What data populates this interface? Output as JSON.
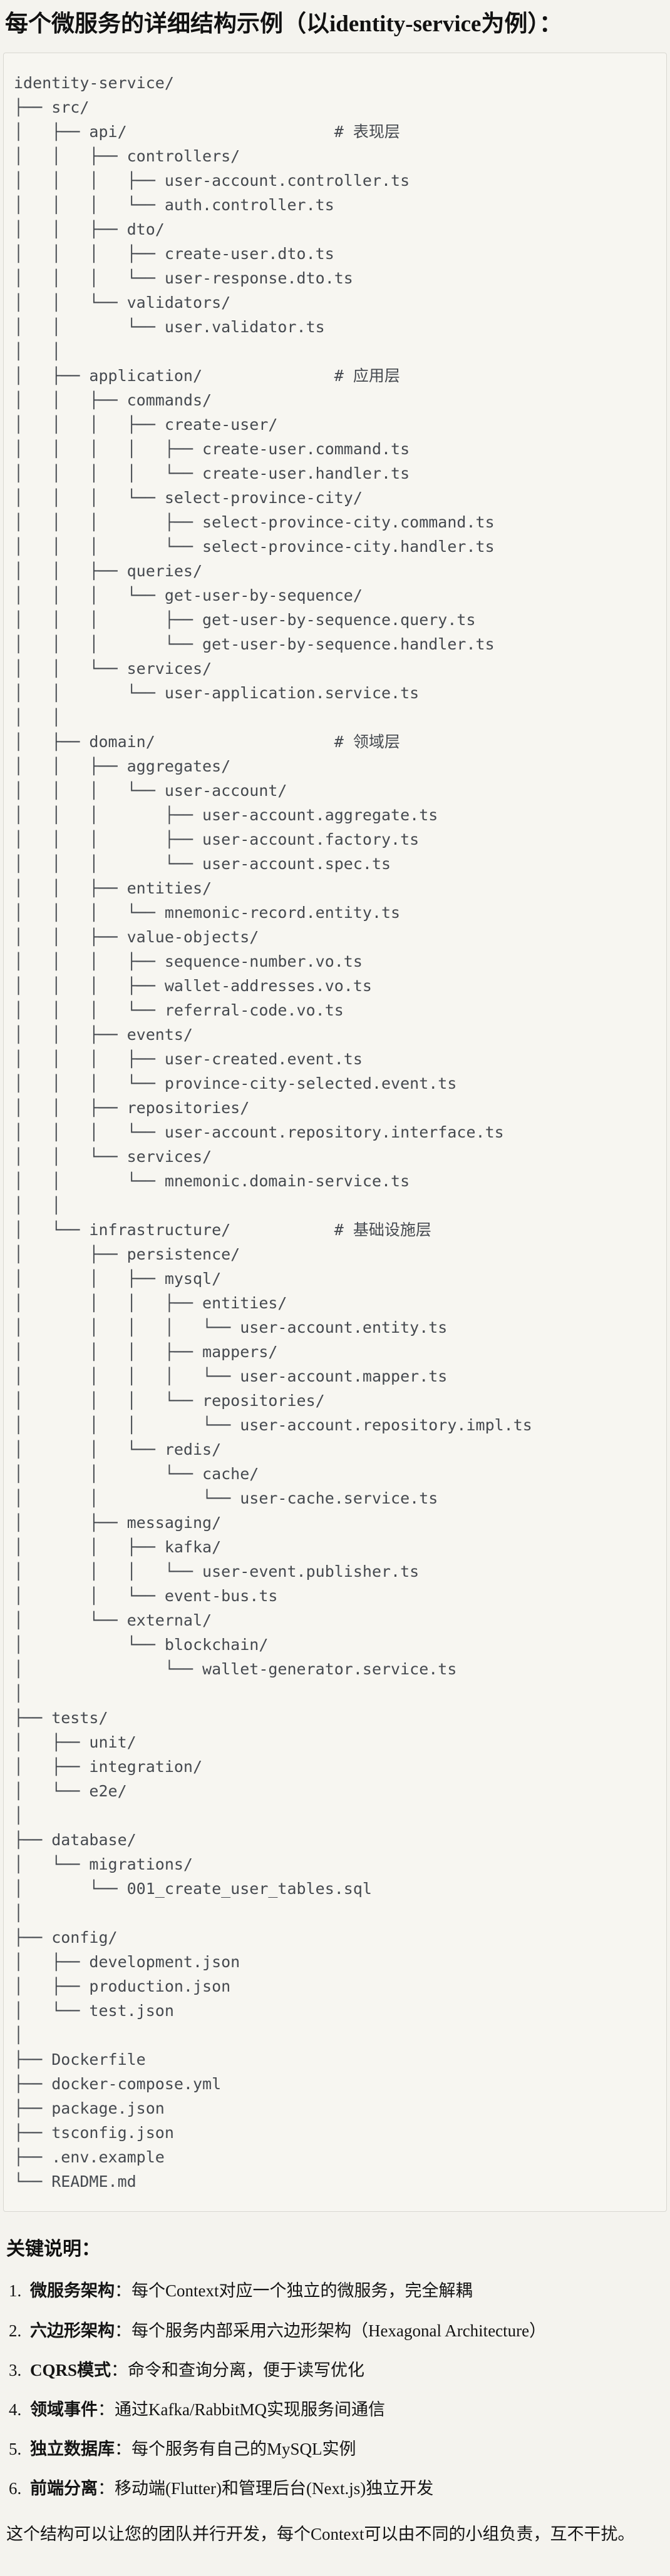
{
  "title": "每个微服务的详细结构示例（以identity-service为例）：",
  "tree": {
    "lines": [
      "identity-service/",
      "├── src/",
      "│   ├── api/                      # 表现层",
      "│   │   ├── controllers/",
      "│   │   │   ├── user-account.controller.ts",
      "│   │   │   └── auth.controller.ts",
      "│   │   ├── dto/",
      "│   │   │   ├── create-user.dto.ts",
      "│   │   │   └── user-response.dto.ts",
      "│   │   └── validators/",
      "│   │       └── user.validator.ts",
      "│   │",
      "│   ├── application/              # 应用层",
      "│   │   ├── commands/",
      "│   │   │   ├── create-user/",
      "│   │   │   │   ├── create-user.command.ts",
      "│   │   │   │   └── create-user.handler.ts",
      "│   │   │   └── select-province-city/",
      "│   │   │       ├── select-province-city.command.ts",
      "│   │   │       └── select-province-city.handler.ts",
      "│   │   ├── queries/",
      "│   │   │   └── get-user-by-sequence/",
      "│   │   │       ├── get-user-by-sequence.query.ts",
      "│   │   │       └── get-user-by-sequence.handler.ts",
      "│   │   └── services/",
      "│   │       └── user-application.service.ts",
      "│   │",
      "│   ├── domain/                   # 领域层",
      "│   │   ├── aggregates/",
      "│   │   │   └── user-account/",
      "│   │   │       ├── user-account.aggregate.ts",
      "│   │   │       ├── user-account.factory.ts",
      "│   │   │       └── user-account.spec.ts",
      "│   │   ├── entities/",
      "│   │   │   └── mnemonic-record.entity.ts",
      "│   │   ├── value-objects/",
      "│   │   │   ├── sequence-number.vo.ts",
      "│   │   │   ├── wallet-addresses.vo.ts",
      "│   │   │   └── referral-code.vo.ts",
      "│   │   ├── events/",
      "│   │   │   ├── user-created.event.ts",
      "│   │   │   └── province-city-selected.event.ts",
      "│   │   ├── repositories/",
      "│   │   │   └── user-account.repository.interface.ts",
      "│   │   └── services/",
      "│   │       └── mnemonic.domain-service.ts",
      "│   │",
      "│   └── infrastructure/           # 基础设施层",
      "│       ├── persistence/",
      "│       │   ├── mysql/",
      "│       │   │   ├── entities/",
      "│       │   │   │   └── user-account.entity.ts",
      "│       │   │   ├── mappers/",
      "│       │   │   │   └── user-account.mapper.ts",
      "│       │   │   └── repositories/",
      "│       │   │       └── user-account.repository.impl.ts",
      "│       │   └── redis/",
      "│       │       └── cache/",
      "│       │           └── user-cache.service.ts",
      "│       ├── messaging/",
      "│       │   ├── kafka/",
      "│       │   │   └── user-event.publisher.ts",
      "│       │   └── event-bus.ts",
      "│       └── external/",
      "│           └── blockchain/",
      "│               └── wallet-generator.service.ts",
      "│",
      "├── tests/",
      "│   ├── unit/",
      "│   ├── integration/",
      "│   └── e2e/",
      "│",
      "├── database/",
      "│   └── migrations/",
      "│       └── 001_create_user_tables.sql",
      "│",
      "├── config/",
      "│   ├── development.json",
      "│   ├── production.json",
      "│   └── test.json",
      "│",
      "├── Dockerfile",
      "├── docker-compose.yml",
      "├── package.json",
      "├── tsconfig.json",
      "├── .env.example",
      "└── README.md"
    ]
  },
  "notes": {
    "heading": "关键说明：",
    "items": [
      {
        "num": "1.",
        "label": "微服务架构",
        "text": "：每个Context对应一个独立的微服务，完全解耦"
      },
      {
        "num": "2.",
        "label": "六边形架构",
        "text": "：每个服务内部采用六边形架构（Hexagonal Architecture）"
      },
      {
        "num": "3.",
        "label": "CQRS模式",
        "text": "：命令和查询分离，便于读写优化"
      },
      {
        "num": "4.",
        "label": "领域事件",
        "text": "：通过Kafka/RabbitMQ实现服务间通信"
      },
      {
        "num": "5.",
        "label": "独立数据库",
        "text": "：每个服务有自己的MySQL实例"
      },
      {
        "num": "6.",
        "label": "前端分离",
        "text": "：移动端(Flutter)和管理后台(Next.js)独立开发"
      }
    ],
    "closing": "这个结构可以让您的团队并行开发，每个Context可以由不同的小组负责，互不干扰。"
  },
  "colors": {
    "page_bg": "#f4f3ee",
    "code_bg": "#f7f6f1",
    "code_border": "#d8d7d1",
    "code_text": "#45494f",
    "heading_text": "#111111"
  }
}
